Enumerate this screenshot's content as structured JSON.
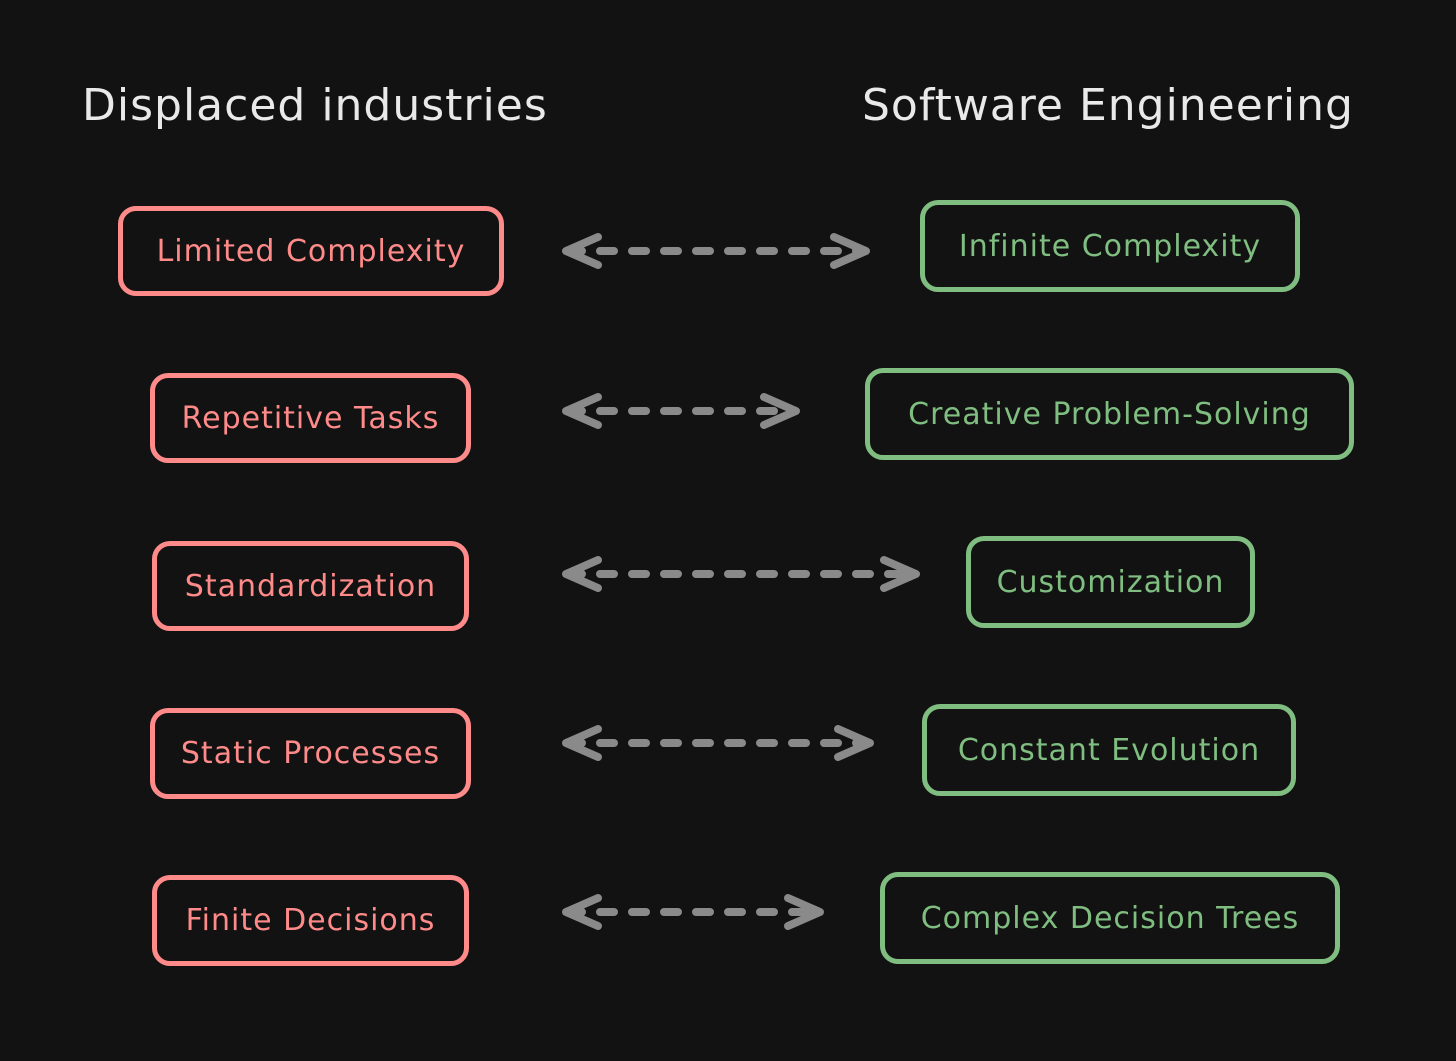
{
  "headings": {
    "left": "Displaced industries",
    "right": "Software Engineering"
  },
  "pairs": [
    {
      "left": "Limited Complexity",
      "right": "Infinite Complexity"
    },
    {
      "left": "Repetitive Tasks",
      "right": "Creative Problem-Solving"
    },
    {
      "left": "Standardization",
      "right": "Customization"
    },
    {
      "left": "Static Processes",
      "right": "Constant Evolution"
    },
    {
      "left": "Finite Decisions",
      "right": "Complex Decision Trees"
    }
  ],
  "colors": {
    "background": "#121212",
    "left_boxes": "#ff8a8a",
    "right_boxes": "#7fbd81",
    "arrows": "#8a8a8a",
    "headings": "#e9e9e9"
  }
}
